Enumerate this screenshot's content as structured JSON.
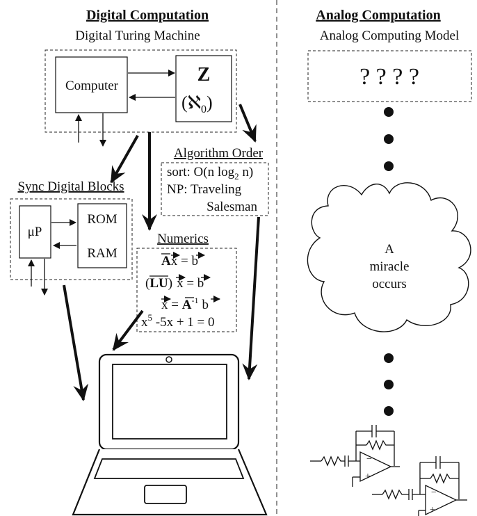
{
  "digital": {
    "title": "Digital Computation",
    "turing_title": "Digital Turing Machine",
    "computer": "Computer",
    "tape_symbol": "Z",
    "tape_aleph": "(ℵ",
    "tape_aleph_sub": "0",
    "tape_close": ")",
    "algorithm": {
      "title": "Algorithm Order",
      "sort": "sort: O(n log",
      "sort_sub": "2",
      "sort_end": " n)",
      "np": "NP: Traveling",
      "np2": "Salesman"
    },
    "sync": {
      "title": "Sync Digital Blocks",
      "up": "μP",
      "rom": "ROM",
      "ram": "RAM"
    },
    "numerics": {
      "title": "Numerics",
      "eq1_A": "A",
      "eq1_x": "x",
      "eq1_eq": " = ",
      "eq1_b": "b",
      "eq2_open": "(",
      "eq2_LU": "LU",
      "eq2_close": ")",
      "eq2_x": "x",
      "eq2_eq": " = ",
      "eq2_b": "b",
      "eq3_x": "x",
      "eq3_eq": " = ",
      "eq3_A": "A",
      "eq3_inv": "-1",
      "eq3_b": "b",
      "eq4_x": "x",
      "eq4_exp": "5",
      "eq4_rest": " -5x + 1 = 0"
    }
  },
  "analog": {
    "title": "Analog Computation",
    "model_title": "Analog Computing Model",
    "unknown": "? ? ? ?",
    "cloud_line1": "A",
    "cloud_line2": "miracle",
    "cloud_line3": "occurs",
    "opamp_minus": "−",
    "opamp_plus": "+"
  }
}
